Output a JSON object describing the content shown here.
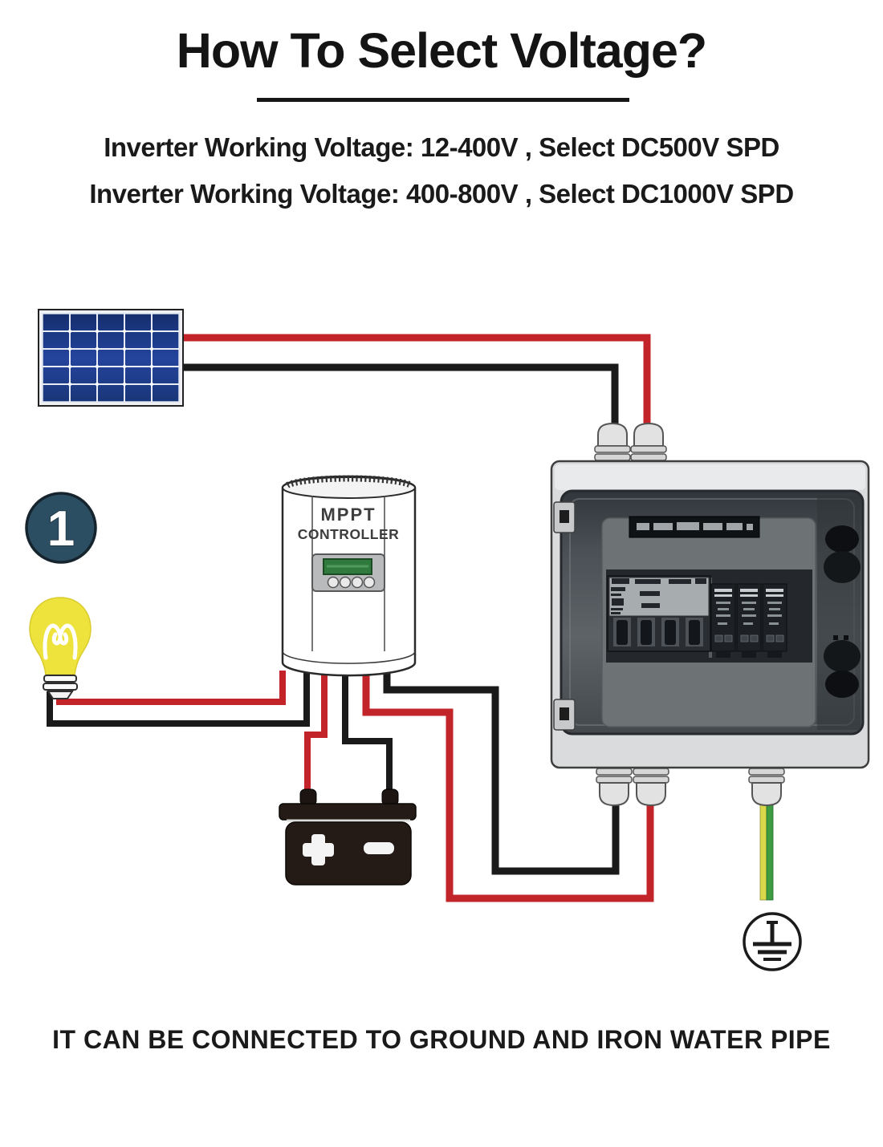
{
  "header": {
    "title": "How To Select Voltage?",
    "line1": "Inverter Working Voltage: 12-400V , Select DC500V SPD",
    "line2": "Inverter Working Voltage: 400-800V , Select DC1000V SPD"
  },
  "footer": {
    "caption": "IT CAN BE CONNECTED TO GROUND AND IRON WATER PIPE"
  },
  "diagram": {
    "step_badge": "1",
    "controller": {
      "label_line1": "MPPT",
      "label_line2": "CONTROLLER"
    },
    "battery": {
      "plus_symbol": "+",
      "minus_symbol": "-"
    },
    "components": [
      "solar-panel",
      "mppt-controller",
      "light-bulb",
      "battery",
      "spd-combiner-box",
      "circuit-breaker",
      "spd-modules",
      "ground-symbol"
    ],
    "colors": {
      "wire_red": "#c3242a",
      "wire_black": "#1a1a1a",
      "panel_blue": "#1d3b87",
      "bulb_yellow": "#eee23c",
      "badge_teal": "#2b4e63",
      "ground_yellow": "#d8d84a",
      "ground_green": "#3f9b42",
      "box_gray": "#dadbdc",
      "window_dark": "#3a3f45"
    }
  }
}
